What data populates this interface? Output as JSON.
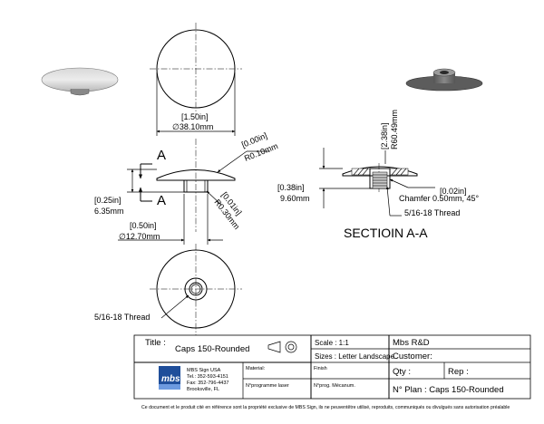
{
  "drawing": {
    "top_view": {
      "dim_in": "[1.50in]",
      "dim_mm": "∅38.10mm"
    },
    "front_view": {
      "section_label_top": "A",
      "section_label_bottom": "A",
      "radius_top_in": "[0.00in]",
      "radius_top_mm": "R0.10mm",
      "radius_bot_in": "[0.01in]",
      "radius_bot_mm": "R0.30mm",
      "height_in": "[0.25in]",
      "height_mm": "6.35mm",
      "stem_in": "[0.50in]",
      "stem_mm": "∅12.70mm"
    },
    "section_view": {
      "radius_in": "[2.38in]",
      "radius_mm": "R60.49mm",
      "height_in": "[0.38in]",
      "height_mm": "9.60mm",
      "chamfer_in": "[0.02in]",
      "chamfer_text": "Chamfer 0.50mm, 45°",
      "thread": "5/16-18 Thread",
      "title": "SECTIOIN A-A"
    },
    "bottom_view": {
      "thread": "5/16-18 Thread"
    }
  },
  "title_block": {
    "title_label": "Title :",
    "title_value": "Caps 150-Rounded",
    "scale": "Scale : 1:1",
    "sizes": "Sizes : Letter Landscape",
    "company": "Mbs R&D",
    "customer_label": "Customer:",
    "material_label": "Material:",
    "finish_label": "Finish",
    "qty_label": "Qty :",
    "rep_label": "Rep :",
    "prog_laser_label": "N°programme laser",
    "prog_mecanum_label": "N°prog. Mécanum.",
    "plan_no": "N° Plan : Caps 150-Rounded",
    "logo_text": "mbs",
    "address": [
      "MBS Sign USA",
      "Tel.: 352-593-4151",
      "Fax: 352-796-4437",
      "Brooksville, FL"
    ]
  },
  "footer": "Ce document et le produit cité en référence sont la propriété exclusive de MBS Sign, ils ne peuventêtre utilisé, reproduits, communiqués ou divulgués sans autorisation préalable"
}
